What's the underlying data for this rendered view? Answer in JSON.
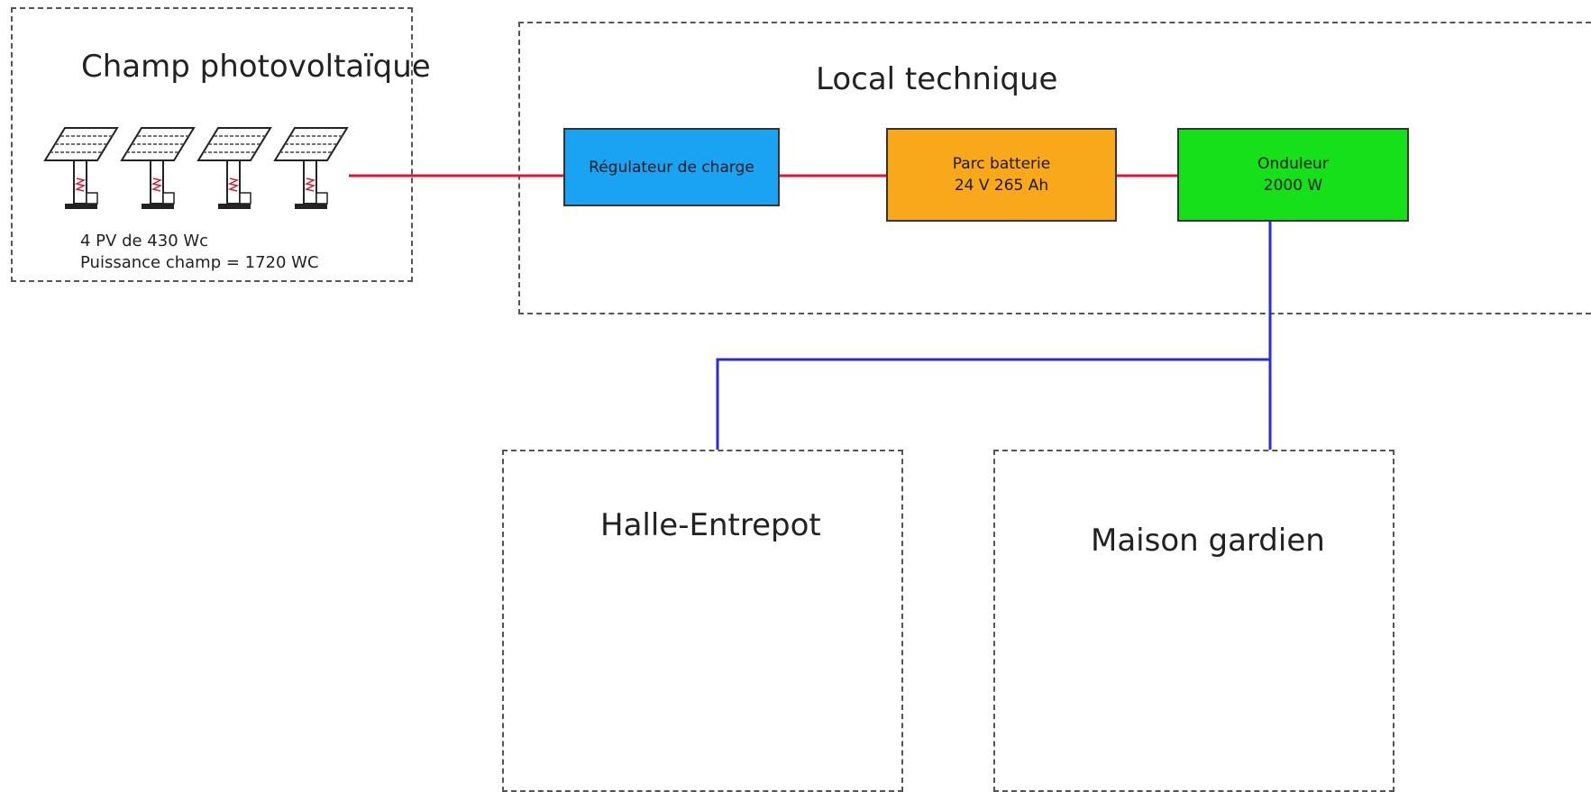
{
  "colors": {
    "dc_line": "#e8102a",
    "ac_line": "#2a2ae0",
    "regulateur_fill": "#1aa3f2",
    "batterie_fill": "#f9a81b",
    "onduleur_fill": "#15e01a",
    "zone_border": "#555555"
  },
  "icons": [
    "solar-panel-icon",
    "solar-panel-icon",
    "solar-panel-icon",
    "solar-panel-icon"
  ],
  "pv_field": {
    "title": "Champ photovoltaïque",
    "line1": "4  PV de 430 Wc",
    "line2": "Puissance champ = 1720 WC"
  },
  "local": {
    "title": "Local technique",
    "regulateur": "Régulateur de charge",
    "batterie_line1": "Parc batterie",
    "batterie_line2": "24 V  265 Ah",
    "onduleur_line1": "Onduleur",
    "onduleur_line2": "2000 W"
  },
  "halle": {
    "title": "Halle-Entrepot"
  },
  "maison": {
    "title": "Maison gardien"
  }
}
